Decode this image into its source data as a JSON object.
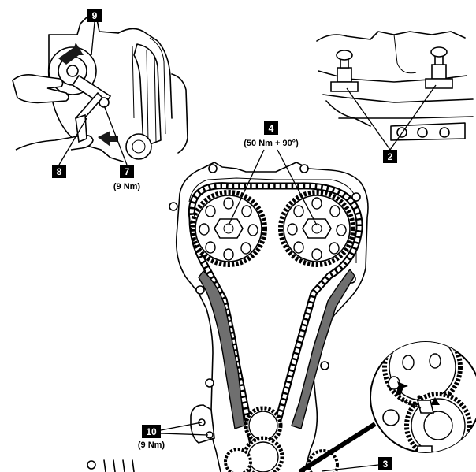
{
  "callouts": {
    "c2": {
      "number": "2"
    },
    "c3": {
      "number": "3"
    },
    "c4": {
      "number": "4",
      "torque": "(50 Nm + 90°)"
    },
    "c7": {
      "number": "7",
      "torque": "(9 Nm)"
    },
    "c8": {
      "number": "8"
    },
    "c9": {
      "number": "9"
    },
    "c10": {
      "number": "10",
      "torque": "(9 Nm)"
    }
  },
  "colors": {
    "line": "#000000",
    "background": "#ffffff",
    "guide_rail": "#6f6f6f",
    "label_box": "#000000",
    "arrow_fill": "#1a1a1a"
  }
}
